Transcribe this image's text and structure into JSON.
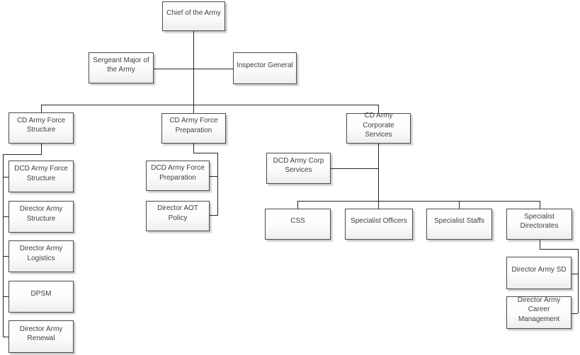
{
  "diagram": {
    "type": "org-chart",
    "colors": {
      "background": "#ffffff",
      "box_border": "#4a4a4a",
      "box_fill_top": "#ffffff",
      "box_fill_bottom": "#eeeeee",
      "connector_line": "#262626",
      "text": "#404040"
    },
    "nodes": {
      "chief": {
        "label": "Chief of the Army"
      },
      "sergeant_major": {
        "label": "Sergeant Major of the Army"
      },
      "inspector_general": {
        "label": "Inspector General"
      },
      "cd_army_force_structure": {
        "label": "CD Army Force Structure"
      },
      "cd_army_force_preparation": {
        "label": "CD Army Force Preparation"
      },
      "cd_army_corporate_services": {
        "label": "CD Army Corporate Services"
      },
      "dcd_army_force_structure": {
        "label": "DCD Army Force Structure"
      },
      "director_army_structure": {
        "label": "Director Army Structure"
      },
      "director_army_logistics": {
        "label": "Director Army Logistics"
      },
      "dpsm": {
        "label": "DPSM"
      },
      "director_army_renewal": {
        "label": "Director Army Renewal"
      },
      "dcd_army_force_preparation": {
        "label": "DCD Army Force Preparation"
      },
      "director_aot_policy": {
        "label": "Director AOT Policy"
      },
      "dcd_army_corp_services": {
        "label": "DCD Army Corp Services"
      },
      "css": {
        "label": "CSS"
      },
      "specialist_officers": {
        "label": "Specialist Officers"
      },
      "specialist_staffs": {
        "label": "Specialist Staffs"
      },
      "specialist_directorates": {
        "label": "Specialist Directorates"
      },
      "director_army_sd": {
        "label": "Director Army SD"
      },
      "director_army_career_management": {
        "label": "Director Army Career Management"
      }
    },
    "hierarchy": [
      [
        "Chief of the Army",
        "Sergeant Major of the Army"
      ],
      [
        "Chief of the Army",
        "Inspector General"
      ],
      [
        "Chief of the Army",
        "CD Army Force Structure"
      ],
      [
        "Chief of the Army",
        "CD Army Force Preparation"
      ],
      [
        "Chief of the Army",
        "CD Army Corporate Services"
      ],
      [
        "CD Army Force Structure",
        "DCD Army Force Structure"
      ],
      [
        "CD Army Force Structure",
        "Director Army Structure"
      ],
      [
        "CD Army Force Structure",
        "Director Army Logistics"
      ],
      [
        "CD Army Force Structure",
        "DPSM"
      ],
      [
        "CD Army Force Structure",
        "Director Army Renewal"
      ],
      [
        "CD Army Force Preparation",
        "DCD Army Force Preparation"
      ],
      [
        "CD Army Force Preparation",
        "Director AOT Policy"
      ],
      [
        "CD Army Corporate Services",
        "DCD Army Corp Services"
      ],
      [
        "CD Army Corporate Services",
        "CSS"
      ],
      [
        "CD Army Corporate Services",
        "Specialist Officers"
      ],
      [
        "CD Army Corporate Services",
        "Specialist Staffs"
      ],
      [
        "CD Army Corporate Services",
        "Specialist Directorates"
      ],
      [
        "Specialist Directorates",
        "Director Army SD"
      ],
      [
        "Specialist Directorates",
        "Director Army Career Management"
      ]
    ]
  }
}
